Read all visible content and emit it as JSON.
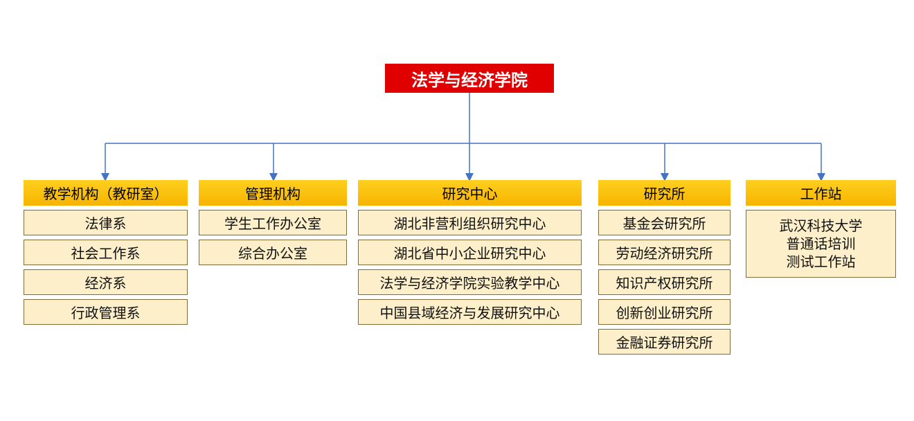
{
  "root": {
    "label": "法学与经济学院"
  },
  "colors": {
    "root_fill": "#e00000",
    "header_fill": "#f8bf0b",
    "item_fill": "#fdefc9",
    "connector": "#4472c4"
  },
  "columns": [
    {
      "header": "教学机构（教研室）",
      "items": [
        "法律系",
        "社会工作系",
        "经济系",
        "行政管理系"
      ]
    },
    {
      "header": "管理机构",
      "items": [
        "学生工作办公室",
        "综合办公室"
      ]
    },
    {
      "header": "研究中心",
      "items": [
        "湖北非营利组织研究中心",
        "湖北省中小企业研究中心",
        "法学与经济学院实验教学中心",
        "中国县域经济与发展研究中心"
      ]
    },
    {
      "header": "研究所",
      "items": [
        "基金会研究所",
        "劳动经济研究所",
        "知识产权研究所",
        "创新创业研究所",
        "金融证券研究所"
      ]
    },
    {
      "header": "工作站",
      "items": [
        "武汉科技大学\n普通话培训\n测试工作站"
      ]
    }
  ]
}
